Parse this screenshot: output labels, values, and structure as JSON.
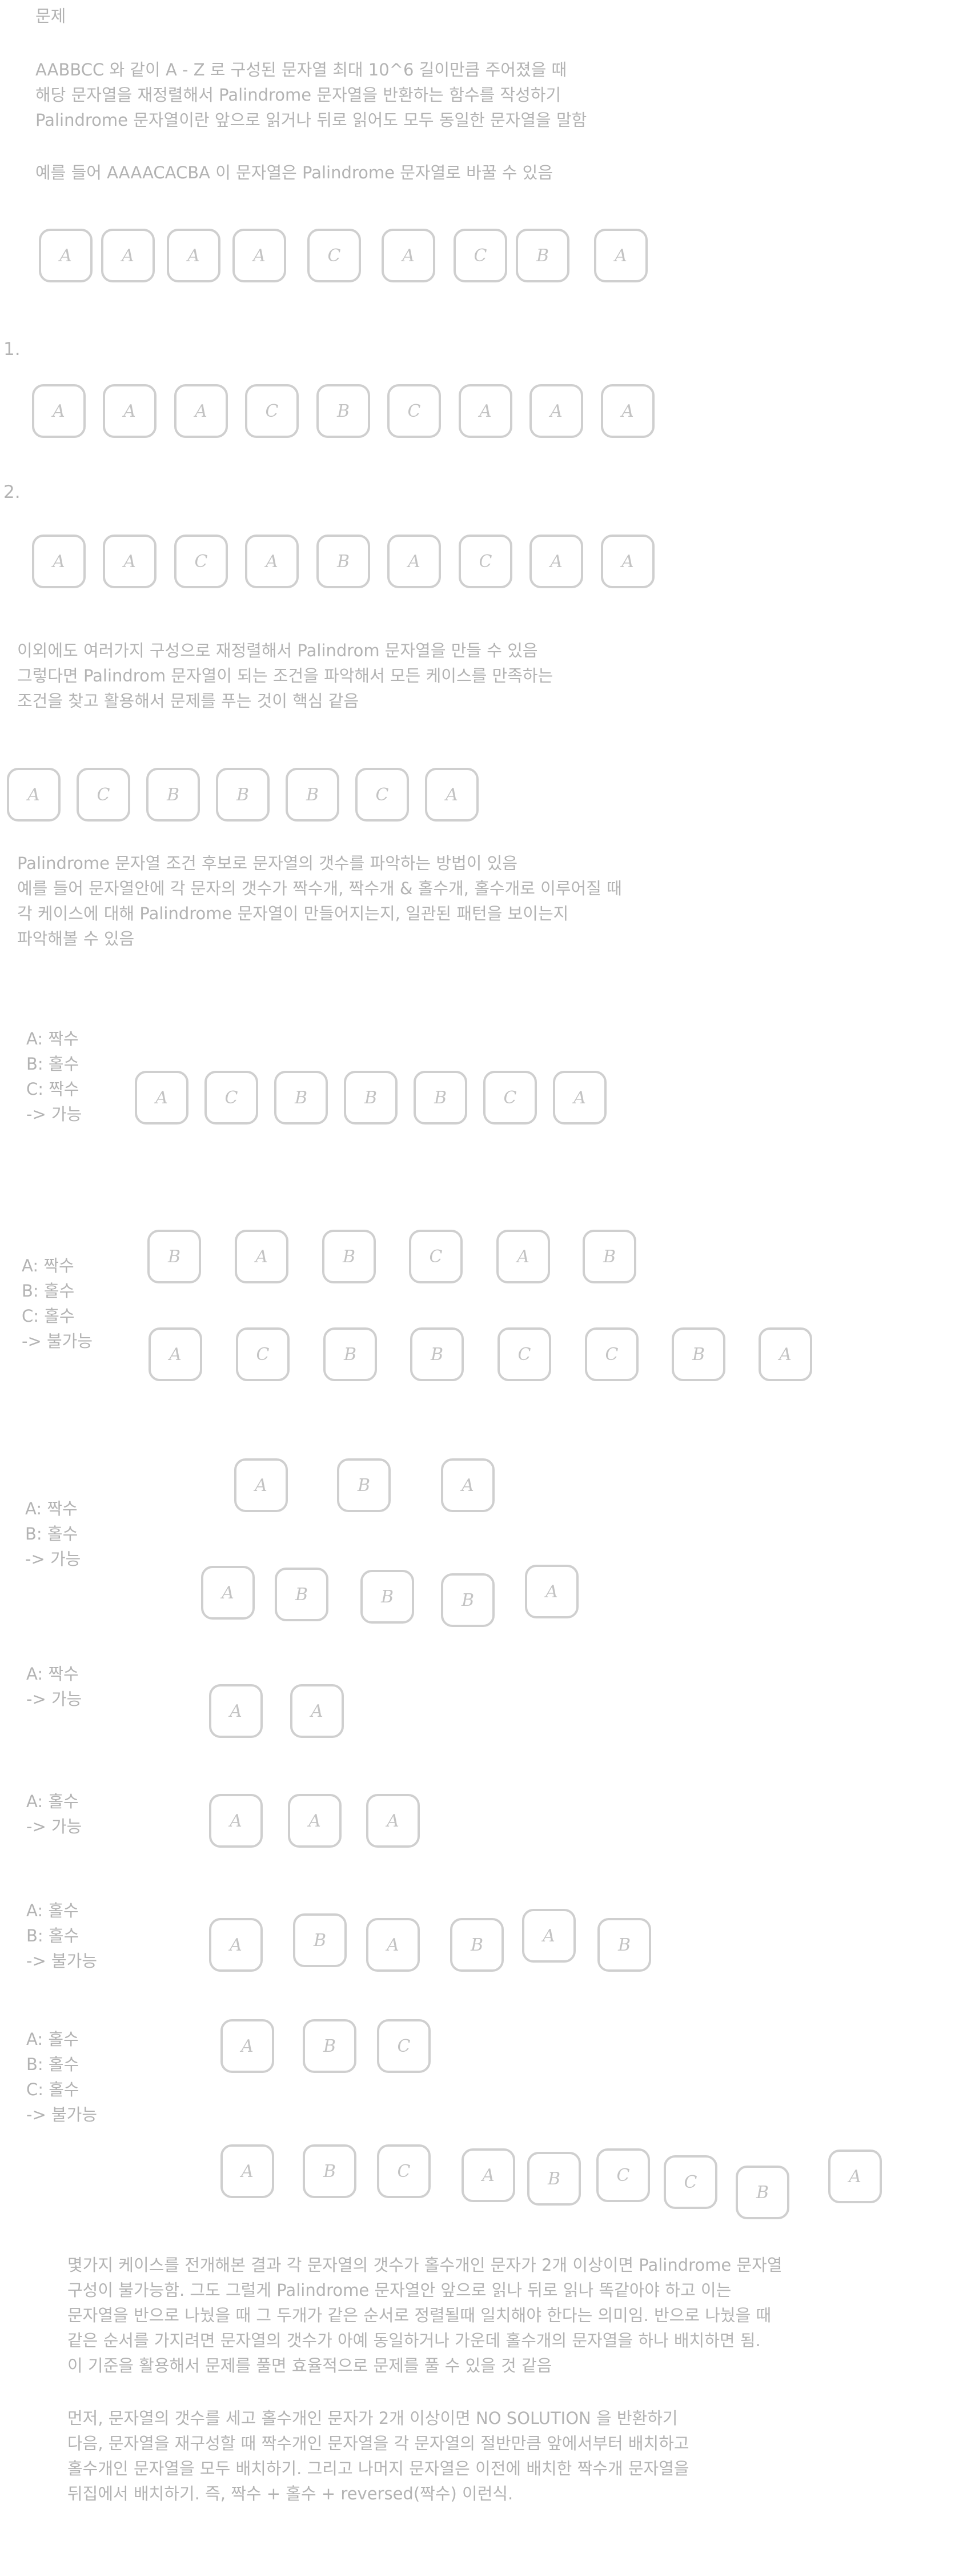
{
  "title": "문제",
  "intro": [
    "AABBCC 와 같이 A - Z 로 구성된 문자열 최대 10^6 길이만큼 주어졌을 때",
    "해당 문자열을 재정렬해서 Palindrome 문자열을 반환하는 함수를 작성하기",
    "Palindrome 문자열이란 앞으로 읽거나 뒤로 읽어도 모두 동일한 문자열을 말함"
  ],
  "example_sentence": "예를 들어 AAAACACBA 이 문자열은 Palindrome 문자열로 바꿀 수 있음",
  "example_letters": [
    "A",
    "A",
    "A",
    "A",
    "C",
    "A",
    "C",
    "B",
    "A"
  ],
  "option1_label": "1.",
  "option1_letters": [
    "A",
    "A",
    "A",
    "C",
    "B",
    "C",
    "A",
    "A",
    "A"
  ],
  "option2_label": "2.",
  "option2_letters": [
    "A",
    "A",
    "C",
    "A",
    "B",
    "A",
    "C",
    "A",
    "A"
  ],
  "more_text": [
    "이외에도 여러가지 구성으로 재정렬해서 Palindrom 문자열을 만들 수 있음",
    "그렇다면 Palindrom 문자열이 되는 조건을 파악해서 모든 케이스를 만족하는",
    "조건을 찾고 활용해서 문제를 푸는 것이 핵심 같음"
  ],
  "sample_letters": [
    "A",
    "C",
    "B",
    "B",
    "B",
    "C",
    "A"
  ],
  "condition_text": [
    "Palindrome 문자열 조건 후보로 문자열의 갯수를 파악하는 방법이 있음",
    "예를 들어 문자열안에 각 문자의 갯수가 짝수개, 짝수개 & 홀수개, 홀수개로 이루어질 때",
    "각 케이스에 대해 Palindrome 문자열이 만들어지는지, 일관된 패턴을 보이는지",
    "파악해볼 수 있음"
  ],
  "cases": [
    {
      "lines": [
        "A: 짝수",
        "B: 홀수",
        "C: 짝수",
        "-> 가능"
      ],
      "rows": [
        [
          "A",
          "C",
          "B",
          "B",
          "B",
          "C",
          "A"
        ]
      ]
    },
    {
      "lines": [
        "A: 짝수",
        "B: 홀수",
        "C: 홀수",
        "-> 불가능"
      ],
      "rows": [
        [
          "B",
          "A",
          "B",
          "C",
          "A",
          "B"
        ],
        [
          "A",
          "C",
          "B",
          "B",
          "C",
          "C",
          "B",
          "A"
        ]
      ]
    },
    {
      "lines": [
        "A: 짝수",
        "B: 홀수",
        "-> 가능"
      ],
      "rows": [
        [
          "A",
          "B",
          "A"
        ],
        [
          "A",
          "B",
          "B",
          "B",
          "A"
        ]
      ]
    },
    {
      "lines": [
        "A: 짝수",
        "-> 가능"
      ],
      "rows": [
        [
          "A",
          "A"
        ]
      ]
    },
    {
      "lines": [
        "A: 홀수",
        "-> 가능"
      ],
      "rows": [
        [
          "A",
          "A",
          "A"
        ]
      ]
    },
    {
      "lines": [
        "A: 홀수",
        "B: 홀수",
        "-> 불가능"
      ],
      "rows": [
        [
          "A",
          "B",
          "A",
          "B",
          "A",
          "B"
        ]
      ]
    },
    {
      "lines": [
        "A: 홀수",
        "B: 홀수",
        "C: 홀수",
        "-> 불가능"
      ],
      "rows": [
        [
          "A",
          "B",
          "C"
        ],
        [
          "A",
          "B",
          "C",
          "A",
          "B",
          "C",
          "C",
          "B",
          "A"
        ]
      ]
    }
  ],
  "conclusion": [
    "몇가지 케이스를 전개해본 결과 각 문자열의 갯수가 홀수개인 문자가 2개 이상이면 Palindrome 문자열",
    "구성이 불가능함. 그도 그럴게 Palindrome 문자열안 앞으로 읽나 뒤로 읽나 똑같아야 하고 이는",
    "문자열을 반으로 나눴을 때 그 두개가 같은 순서로 정렬될때 일치해야 한다는 의미임. 반으로 나눴을 때",
    "같은 순서를 가지려면 문자열의 갯수가 아예 동일하거나 가운데 홀수개의 문자열을 하나 배치하면 됨.",
    "이 기준을 활용해서 문제를 풀면 효율적으로 문제를 풀 수 있을 것 같음"
  ],
  "solution": [
    "먼저, 문자열의 갯수를 세고 홀수개인 문자가 2개 이상이면 NO SOLUTION 을 반환하기",
    "다음, 문자열을 재구성할 때 짝수개인 문자열을 각 문자열의 절반만큼 앞에서부터 배치하고",
    "홀수개인 문자열을 모두 배치하기. 그리고 나머지 문자열은 이전에 배치한 짝수개 문자열을",
    "뒤집에서 배치하기. 즉, 짝수 + 홀수 + reversed(짝수) 이런식."
  ]
}
